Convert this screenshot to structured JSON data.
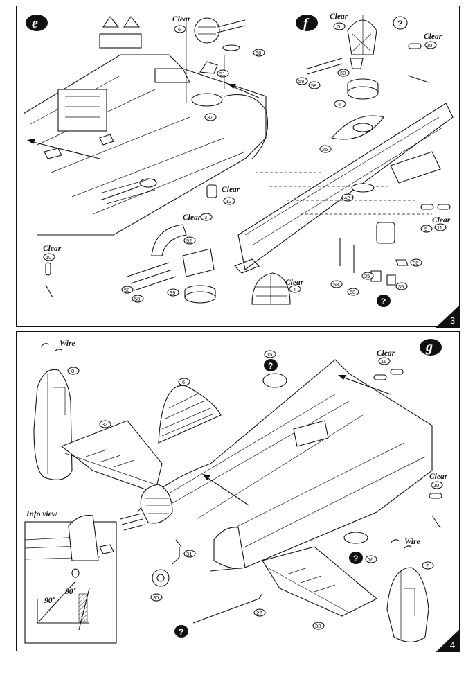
{
  "panel_top": {
    "step_letter": "e",
    "step_letter_2": "f",
    "page_number": "3",
    "clear_label": "Clear",
    "callouts": [
      "6",
      "58",
      "51",
      "37",
      "12",
      "5",
      "10",
      "50",
      "58",
      "58",
      "4",
      "25",
      "42",
      "3",
      "52",
      "58",
      "58",
      "39",
      "4",
      "10",
      "11",
      "5",
      "58",
      "58",
      "35",
      "35",
      "36"
    ],
    "question_mark": "?"
  },
  "panel_bottom": {
    "step_letter": "g",
    "page_number": "4",
    "wire_label": "Wire",
    "clear_label": "Clear",
    "info_view_label": "Info view",
    "angle_1": "90˚",
    "angle_2": "90˚",
    "callouts": [
      "8",
      "32",
      "6",
      "15",
      "11",
      "10",
      "7",
      "31",
      "30",
      "27",
      "33",
      "16"
    ],
    "question_mark": "?"
  },
  "colors": {
    "ink": "#111111",
    "paper": "#ffffff"
  }
}
